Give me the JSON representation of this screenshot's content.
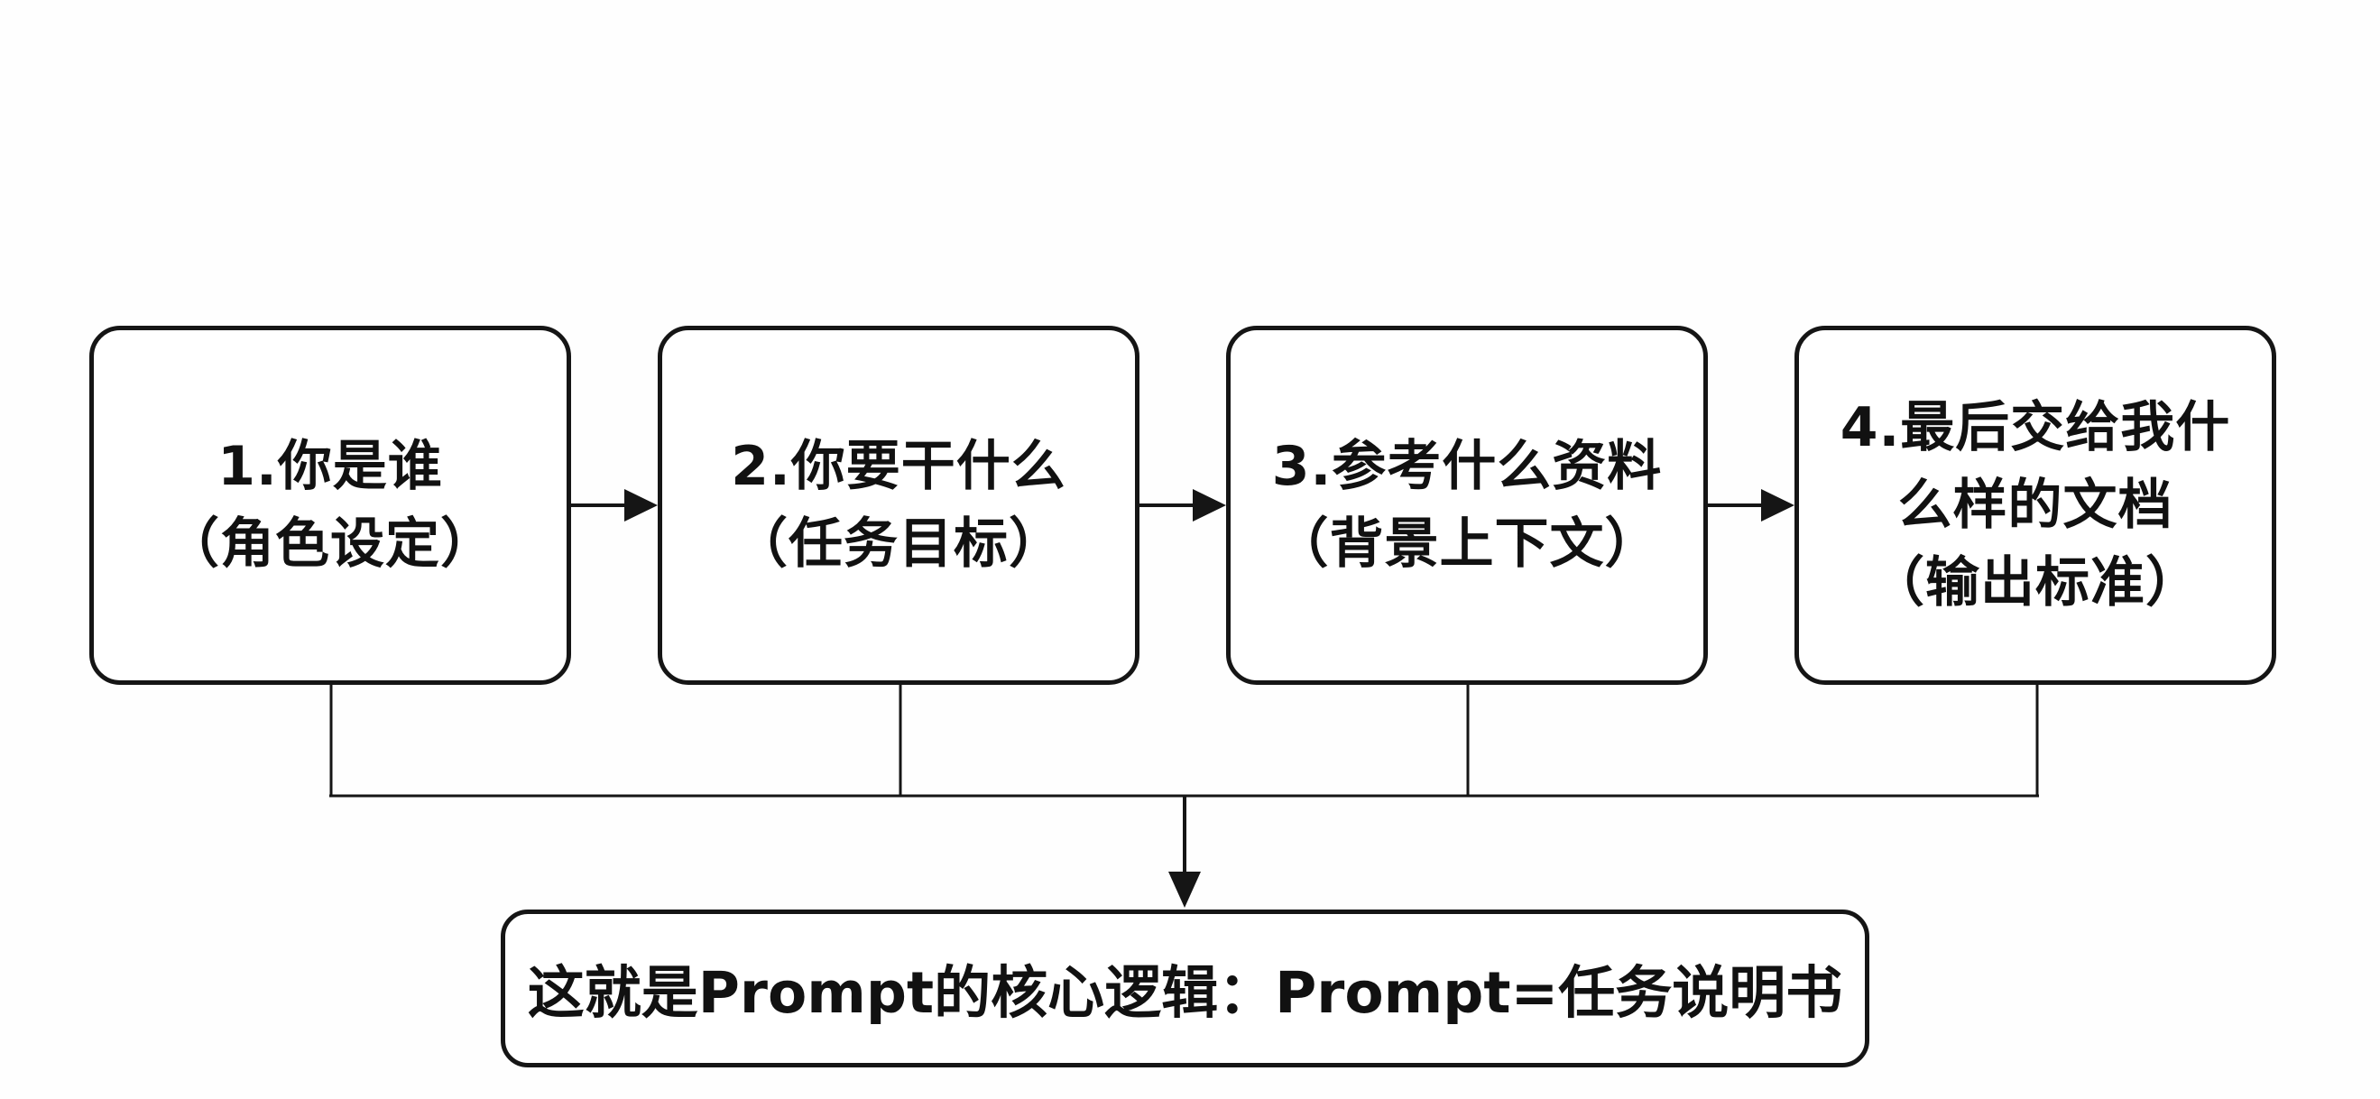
{
  "steps": [
    {
      "title": "1.你是谁",
      "subtitle": "（角色设定）"
    },
    {
      "title": "2.你要干什么",
      "subtitle": "（任务目标）"
    },
    {
      "title": "3.参考什么资料",
      "subtitle": "（背景上下文）"
    },
    {
      "title": "4.最后交给我什么样的文档",
      "subtitle": "（输出标准）"
    }
  ],
  "summary": "这就是Prompt的核心逻辑：Prompt=任务说明书",
  "colors": {
    "stroke": "#151515",
    "background": "#ffffff",
    "text": "#111111"
  }
}
